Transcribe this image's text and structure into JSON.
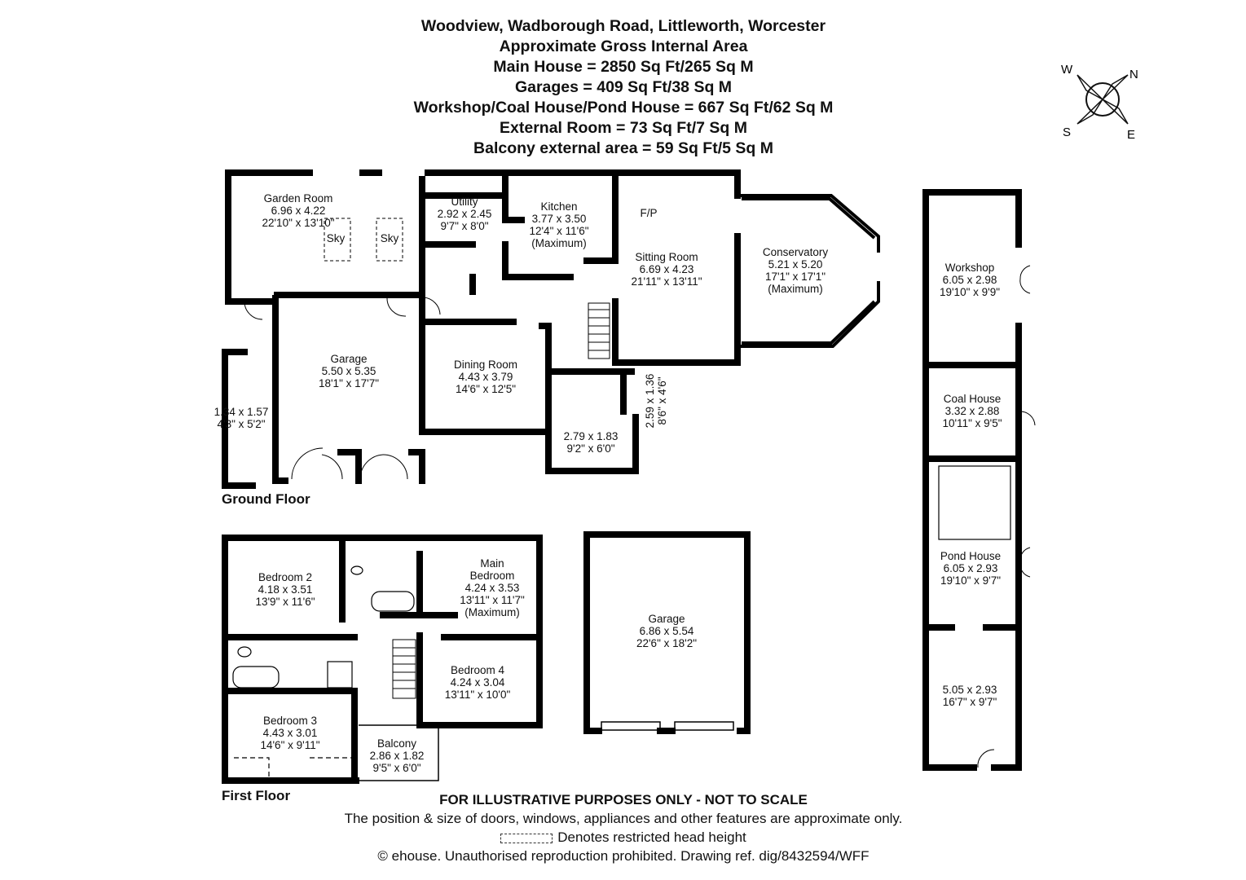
{
  "header": {
    "title": "Woodview, Wadborough Road, Littleworth, Worcester",
    "subtitle": "Approximate Gross Internal Area",
    "lines": [
      "Main House = 2850 Sq Ft/265 Sq M",
      "Garages = 409 Sq Ft/38 Sq M",
      "Workshop/Coal House/Pond House = 667 Sq Ft/62 Sq M",
      "External Room = 73 Sq Ft/7 Sq M",
      "Balcony external area = 59 Sq Ft/5 Sq M"
    ]
  },
  "compass": {
    "w": "W",
    "n": "N",
    "s": "S",
    "e": "E"
  },
  "floors": {
    "ground": "Ground Floor",
    "first": "First Floor"
  },
  "rooms": {
    "garden_room": {
      "name": "Garden Room",
      "metric": "6.96 x 4.22",
      "imperial": "22'10\" x 13'10\""
    },
    "sky1": "Sky",
    "sky2": "Sky",
    "utility": {
      "name": "Utility",
      "metric": "2.92 x 2.45",
      "imperial": "9'7\" x 8'0\""
    },
    "kitchen": {
      "name": "Kitchen",
      "metric": "3.77 x 3.50",
      "imperial": "12'4\" x 11'6\"",
      "note": "(Maximum)"
    },
    "fp": "F/P",
    "sitting_room": {
      "name": "Sitting Room",
      "metric": "6.69 x 4.23",
      "imperial": "21'11\" x 13'11\""
    },
    "conservatory": {
      "name": "Conservatory",
      "metric": "5.21 x 5.20",
      "imperial": "17'1\" x 17'1\"",
      "note": "(Maximum)"
    },
    "garage_ground": {
      "name": "Garage",
      "metric": "5.50 x 5.35",
      "imperial": "18'1\" x 17'7\""
    },
    "store_left": {
      "metric": "1.34 x 1.57",
      "imperial": "4'3\" x 5'2\""
    },
    "dining_room": {
      "name": "Dining Room",
      "metric": "4.43 x 3.79",
      "imperial": "14'6\" x 12'5\""
    },
    "hall_small": {
      "metric": "2.59 x 1.36",
      "imperial": "8'6\" x 4'6\""
    },
    "porch": {
      "metric": "2.79 x 1.83",
      "imperial": "9'2\" x 6'0\""
    },
    "workshop": {
      "name": "Workshop",
      "metric": "6.05 x 2.98",
      "imperial": "19'10\" x 9'9\""
    },
    "coal_house": {
      "name": "Coal House",
      "metric": "3.32 x 2.88",
      "imperial": "10'11\" x 9'5\""
    },
    "pond_house": {
      "name": "Pond House",
      "metric": "6.05 x 2.93",
      "imperial": "19'10\" x 9'7\""
    },
    "outbuilding_end": {
      "metric": "5.05 x 2.93",
      "imperial": "16'7\" x 9'7\""
    },
    "bedroom2": {
      "name": "Bedroom 2",
      "metric": "4.18 x 3.51",
      "imperial": "13'9\" x 11'6\""
    },
    "main_bedroom": {
      "name": "Main",
      "name2": "Bedroom",
      "metric": "4.24 x 3.53",
      "imperial": "13'11\" x 11'7\"",
      "note": "(Maximum)"
    },
    "bedroom4": {
      "name": "Bedroom 4",
      "metric": "4.24 x 3.04",
      "imperial": "13'11\" x 10'0\""
    },
    "bedroom3": {
      "name": "Bedroom 3",
      "metric": "4.43 x 3.01",
      "imperial": "14'6\" x 9'11\""
    },
    "balcony": {
      "name": "Balcony",
      "metric": "2.86 x 1.82",
      "imperial": "9'5\" x 6'0\""
    },
    "garage_detached": {
      "name": "Garage",
      "metric": "6.86 x 5.54",
      "imperial": "22'6\" x 18'2\""
    }
  },
  "footer": {
    "line1": "FOR ILLUSTRATIVE PURPOSES ONLY - NOT TO SCALE",
    "line2": "The position & size of doors, windows, appliances and other features are approximate only.",
    "line3": "Denotes restricted head height",
    "line4": "© ehouse. Unauthorised reproduction prohibited. Drawing ref. dig/8432594/WFF"
  }
}
